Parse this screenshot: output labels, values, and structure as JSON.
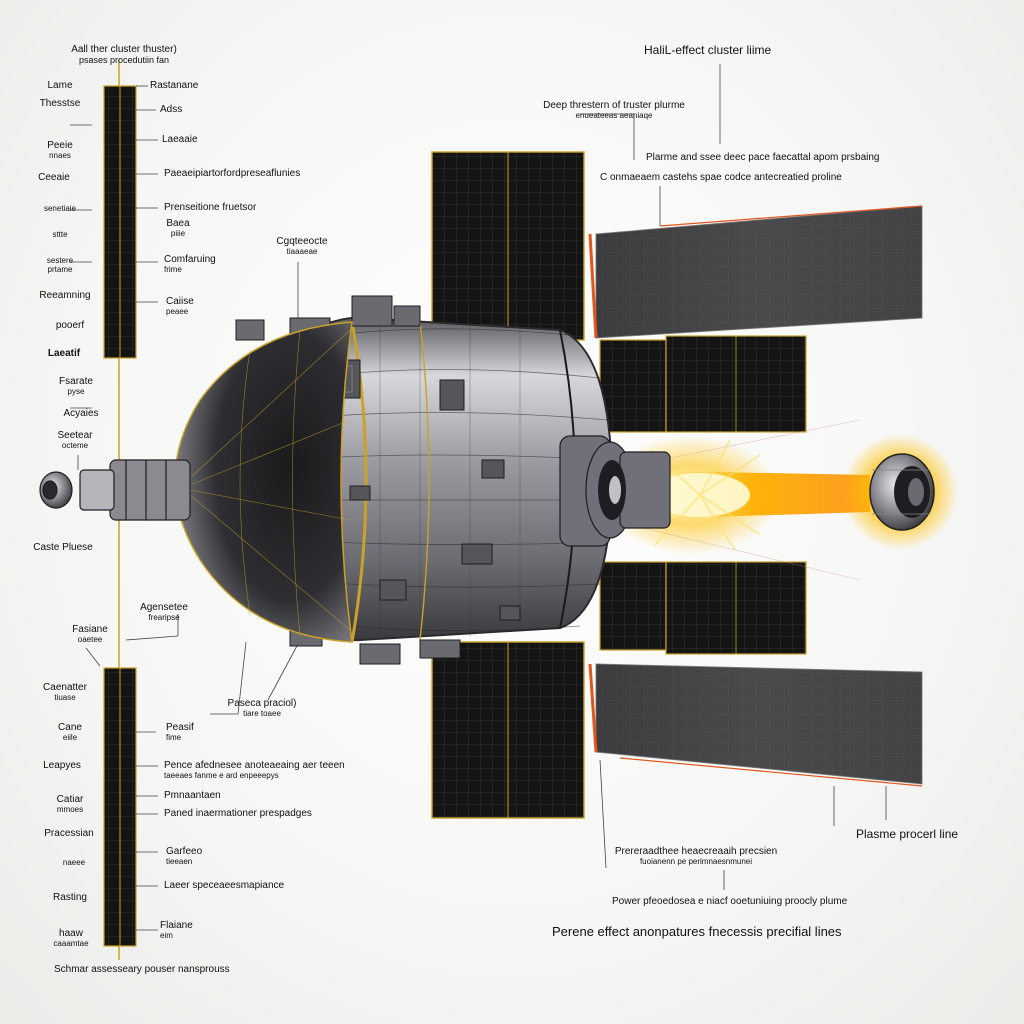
{
  "diagram": {
    "colors": {
      "panel": "#141414",
      "panel_grid": "#3a3a3a",
      "gold": "#c9a227",
      "hull": "#8e8e92",
      "hull_dark": "#3a3a3e",
      "plume_core": "#fff7b0",
      "plume": "#ffb000",
      "array_gray": "#4a4a4c",
      "array_edge": "#e2561e"
    },
    "top_left": {
      "line1": "Aall ther cluster thuster)",
      "line2": "psases procedutiin fan"
    },
    "left_labels": [
      {
        "main": "Lame",
        "sub": ""
      },
      {
        "main": "Thesstse",
        "sub": ""
      },
      {
        "main": "Peeie",
        "sub": "nnaes"
      },
      {
        "main": "Ceeaie",
        "sub": ""
      },
      {
        "main": "senetiaie",
        "sub": ""
      },
      {
        "main": "sttte",
        "sub": ""
      },
      {
        "main": "sestere",
        "sub": "prtame"
      },
      {
        "main": "Reeamning",
        "sub": ""
      },
      {
        "main": "pooerf",
        "sub": ""
      },
      {
        "main": "Laeatif",
        "sub": ""
      },
      {
        "main": "Fsarate",
        "sub": "pyse"
      },
      {
        "main": "Acyaies",
        "sub": ""
      },
      {
        "main": "Seetear",
        "sub": "octeme"
      }
    ],
    "left_end_label": "Caste Pluese",
    "left_lower_a": {
      "main": "Fasiane",
      "sub": "oaetee"
    },
    "left_lower_labels": [
      {
        "main": "Caenatter",
        "sub": "tiuase"
      },
      {
        "main": "Cane",
        "sub": "eiile"
      },
      {
        "main": "Leapyes",
        "sub": ""
      },
      {
        "main": "Catiar",
        "sub": "mmoes"
      },
      {
        "main": "Pracessian",
        "sub": ""
      },
      {
        "main": "naeee",
        "sub": ""
      },
      {
        "main": "Rasting",
        "sub": ""
      },
      {
        "main": "haaw",
        "sub": "caaamtae"
      }
    ],
    "upper_bar_labels": [
      {
        "main": "Rastanane",
        "sub": ""
      },
      {
        "main": "Adss",
        "sub": ""
      },
      {
        "main": "Laeaaie",
        "sub": ""
      },
      {
        "main": "Paeaeipiartorfordpreseaflunies",
        "sub": ""
      },
      {
        "main": "Prenseitione fruetsor",
        "sub": ""
      },
      {
        "main": "Baea",
        "sub": "piiie"
      },
      {
        "main": "Comfaruing",
        "sub": "frime"
      },
      {
        "main": "Caiise",
        "sub": "peaee"
      }
    ],
    "lower_bar_labels": [
      {
        "main": "Peasif",
        "sub": "fime"
      },
      {
        "main": "Pence afednesee anoteaeaing aer teeen",
        "sub": "taeeaes fanme e ard enpeeepys"
      },
      {
        "main": "Pmnaantaen",
        "sub": ""
      },
      {
        "main": "Paned inaermationer prespadges",
        "sub": ""
      },
      {
        "main": "Garfeeo",
        "sub": "tieeaen"
      },
      {
        "main": "Laeer speceaeesmapiance",
        "sub": ""
      },
      {
        "main": "Flaiane",
        "sub": "eim"
      }
    ],
    "bottom_left": "Schmar assesseary pouser nansprouss",
    "center_top": {
      "main": "Cgqteeocte",
      "sub": "tiaaaeae"
    },
    "center_mid": {
      "main": "Agensetee",
      "sub": "frearipse"
    },
    "center_low": {
      "main": "Paseca praciol)",
      "sub": "tiare toaee"
    },
    "right_top": "HaliL-effect cluster liime",
    "right_t2": {
      "main": "Deep threstern of truster plurme",
      "sub": "enueateeas aeaniaqe"
    },
    "right_t3": "Plarme and ssee deec pace faecattal apom prsbaing",
    "right_t4": "C onmaeaem castehs spae codce antecreatied proline",
    "right_low": "Plasme procerl line",
    "bottom_r1": {
      "main": "Prereraadthee heaecreaaih precsien",
      "sub": "fuoianenn pe perimnaesnmunei"
    },
    "bottom_r2": "Power pfeoedosea e niacf ooetuniuing proocly plume",
    "bottom_r3": "Perene effect anonpatures fnecessis precifial lines"
  }
}
